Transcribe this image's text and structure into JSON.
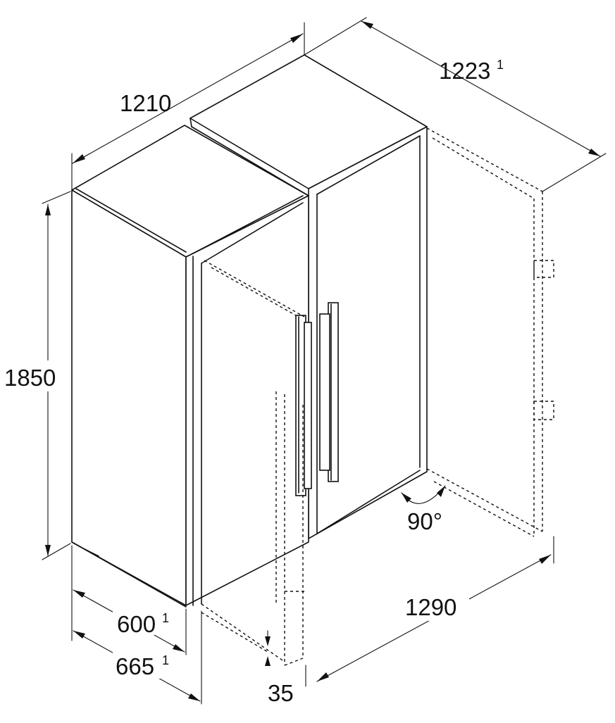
{
  "dimensions": {
    "total_width": "1210",
    "total_depth_open": "1223",
    "total_depth_open_note": "1",
    "height": "1850",
    "depth": "600",
    "depth_note": "1",
    "depth_with_door": "665",
    "depth_with_door_note": "1",
    "door_gap": "35",
    "door_swing_width": "1290",
    "door_angle": "90°"
  }
}
